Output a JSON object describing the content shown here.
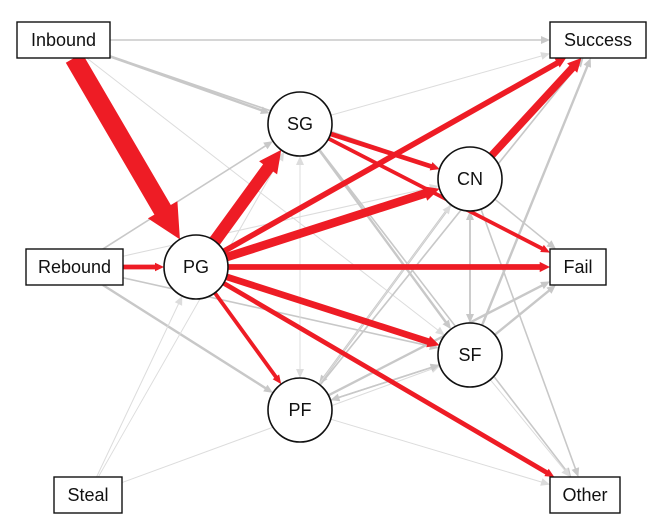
{
  "colors": {
    "primary_flow": "#ee1c25",
    "secondary_flow": "#c8c8c8",
    "minor_flow": "#dcdcdc",
    "node_stroke": "#111111"
  },
  "nodes": {
    "inbound": "Inbound",
    "rebound": "Rebound",
    "steal": "Steal",
    "pg": "PG",
    "sg": "SG",
    "cn": "CN",
    "sf": "SF",
    "pf": "PF",
    "success": "Success",
    "fail": "Fail",
    "other": "Other"
  },
  "edges": [
    {
      "from": "inbound",
      "to": "pg",
      "weight": 20,
      "color": "red"
    },
    {
      "from": "rebound",
      "to": "pg",
      "weight": 5,
      "color": "red"
    },
    {
      "from": "pg",
      "to": "sg",
      "weight": 13,
      "color": "red"
    },
    {
      "from": "pg",
      "to": "cn",
      "weight": 9,
      "color": "red"
    },
    {
      "from": "pg",
      "to": "success",
      "weight": 6,
      "color": "red"
    },
    {
      "from": "pg",
      "to": "fail",
      "weight": 6,
      "color": "red"
    },
    {
      "from": "pg",
      "to": "sf",
      "weight": 7,
      "color": "red"
    },
    {
      "from": "pg",
      "to": "pf",
      "weight": 4,
      "color": "red"
    },
    {
      "from": "pg",
      "to": "other",
      "weight": 5,
      "color": "red"
    },
    {
      "from": "sg",
      "to": "cn",
      "weight": 5,
      "color": "red"
    },
    {
      "from": "sg",
      "to": "fail",
      "weight": 4,
      "color": "red"
    },
    {
      "from": "cn",
      "to": "success",
      "weight": 8,
      "color": "red"
    },
    {
      "from": "inbound",
      "to": "sg",
      "weight": 3,
      "color": "grey"
    },
    {
      "from": "inbound",
      "to": "cn",
      "weight": 2,
      "color": "grey"
    },
    {
      "from": "inbound",
      "to": "success",
      "weight": 2,
      "color": "grey"
    },
    {
      "from": "inbound",
      "to": "sf",
      "weight": 1,
      "color": "lightgrey"
    },
    {
      "from": "rebound",
      "to": "sg",
      "weight": 2,
      "color": "grey"
    },
    {
      "from": "rebound",
      "to": "pf",
      "weight": 3,
      "color": "grey"
    },
    {
      "from": "rebound",
      "to": "sf",
      "weight": 2,
      "color": "grey"
    },
    {
      "from": "rebound",
      "to": "cn",
      "weight": 1,
      "color": "lightgrey"
    },
    {
      "from": "steal",
      "to": "sg",
      "weight": 1,
      "color": "lightgrey"
    },
    {
      "from": "steal",
      "to": "pg",
      "weight": 1,
      "color": "lightgrey"
    },
    {
      "from": "steal",
      "to": "sf",
      "weight": 1,
      "color": "lightgrey"
    },
    {
      "from": "sg",
      "to": "sf",
      "weight": 3,
      "color": "grey"
    },
    {
      "from": "sg",
      "to": "pf",
      "weight": 1,
      "color": "lightgrey"
    },
    {
      "from": "sg",
      "to": "success",
      "weight": 1,
      "color": "lightgrey"
    },
    {
      "from": "sg",
      "to": "other",
      "weight": 2,
      "color": "grey"
    },
    {
      "from": "cn",
      "to": "sf",
      "weight": 2,
      "color": "grey"
    },
    {
      "from": "cn",
      "to": "fail",
      "weight": 2,
      "color": "grey"
    },
    {
      "from": "cn",
      "to": "other",
      "weight": 2,
      "color": "grey"
    },
    {
      "from": "cn",
      "to": "pf",
      "weight": 3,
      "color": "grey"
    },
    {
      "from": "sf",
      "to": "success",
      "weight": 3,
      "color": "grey"
    },
    {
      "from": "sf",
      "to": "fail",
      "weight": 3,
      "color": "grey"
    },
    {
      "from": "sf",
      "to": "pf",
      "weight": 2,
      "color": "grey"
    },
    {
      "from": "sf",
      "to": "other",
      "weight": 1,
      "color": "lightgrey"
    },
    {
      "from": "sf",
      "to": "cn",
      "weight": 2,
      "color": "grey"
    },
    {
      "from": "pf",
      "to": "success",
      "weight": 2,
      "color": "grey"
    },
    {
      "from": "pf",
      "to": "fail",
      "weight": 3,
      "color": "grey"
    },
    {
      "from": "pf",
      "to": "sg",
      "weight": 1,
      "color": "lightgrey"
    },
    {
      "from": "pf",
      "to": "sf",
      "weight": 2,
      "color": "grey"
    },
    {
      "from": "pf",
      "to": "other",
      "weight": 1,
      "color": "lightgrey"
    },
    {
      "from": "pf",
      "to": "cn",
      "weight": 1,
      "color": "lightgrey"
    },
    {
      "from": "pg",
      "to": "pf",
      "weight": 2,
      "color": "grey"
    }
  ]
}
